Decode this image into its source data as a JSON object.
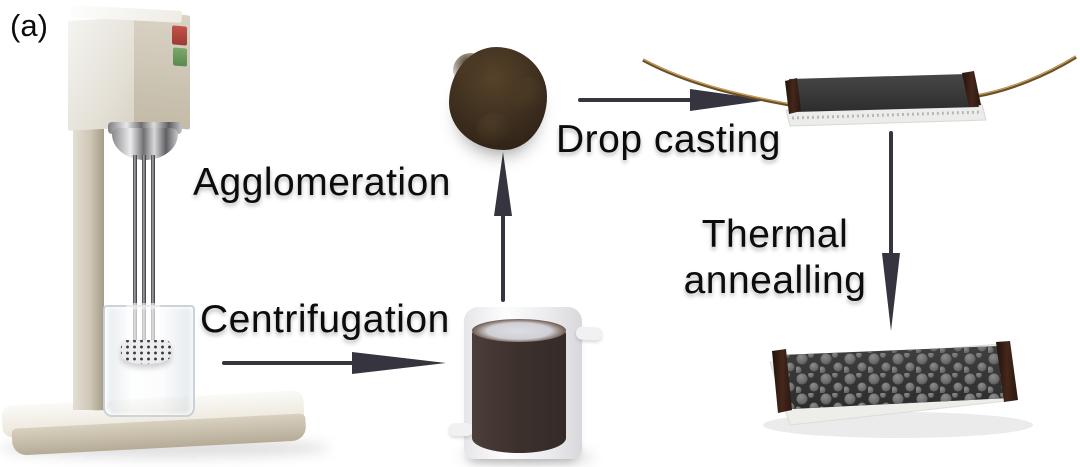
{
  "figure": {
    "panel_label": "(a)",
    "labels": {
      "agglomeration": "Agglomeration",
      "centrifugation": "Centrifugation",
      "drop_casting": "Drop casting",
      "thermal_line1": "Thermal",
      "thermal_line2": "annealling"
    },
    "icons": [
      "homogenizer-icon",
      "arrow-right-icon",
      "solution-cup-icon",
      "arrow-up-icon",
      "agglomerate-blob-icon",
      "coated-substrate-icon",
      "arrow-down-icon",
      "annealed-substrate-icon"
    ],
    "colors": {
      "background": "#ffffff",
      "text": "#0c0c0c",
      "arrow": "#35343f",
      "device_beige": "#cfc7b6",
      "device_beige_dark": "#a59b88",
      "button_red": "#b0473e",
      "button_green": "#6b9a5c",
      "suspension_brown": "#3d312d",
      "agglomerate_brown": "#3c2d1e",
      "film_gray": "#3a3a3a",
      "electrode_brown": "#35200f",
      "wire_gold": "#8a6a38",
      "particle_gray": "#7a7a7a",
      "substrate_white": "#efefec"
    }
  }
}
